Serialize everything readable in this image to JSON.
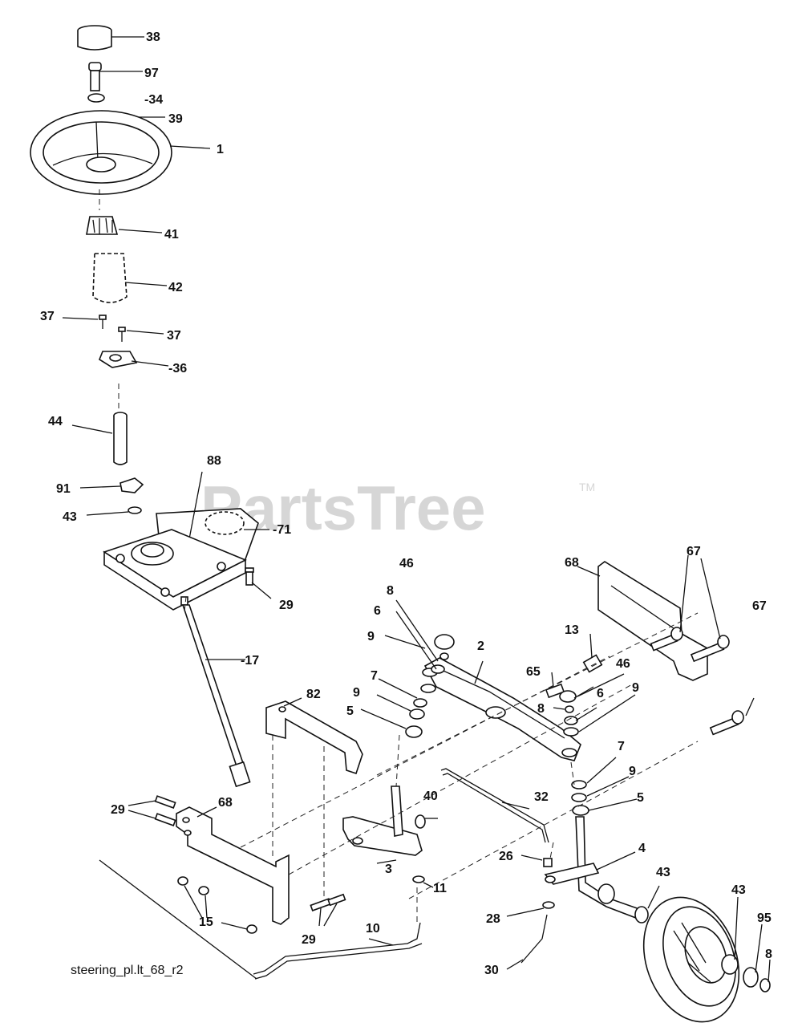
{
  "watermark": {
    "brand": "PartsTree",
    "trademark": "TM"
  },
  "caption": "steering_pl.lt_68_r2",
  "callouts": [
    "38",
    "97",
    "-34",
    "39",
    "1",
    "41",
    "42",
    "37",
    "37",
    "-36",
    "44",
    "88",
    "91",
    "-71",
    "43",
    "29",
    "46",
    "68",
    "67",
    "8",
    "67",
    "6",
    "9",
    "13",
    "65",
    "2",
    "46",
    "-17",
    "7",
    "6",
    "9",
    "82",
    "9",
    "8",
    "5",
    "7",
    "9",
    "40",
    "32",
    "5",
    "68",
    "29",
    "3",
    "26",
    "4",
    "43",
    "11",
    "43",
    "95",
    "15",
    "28",
    "29",
    "10",
    "8",
    "30"
  ]
}
